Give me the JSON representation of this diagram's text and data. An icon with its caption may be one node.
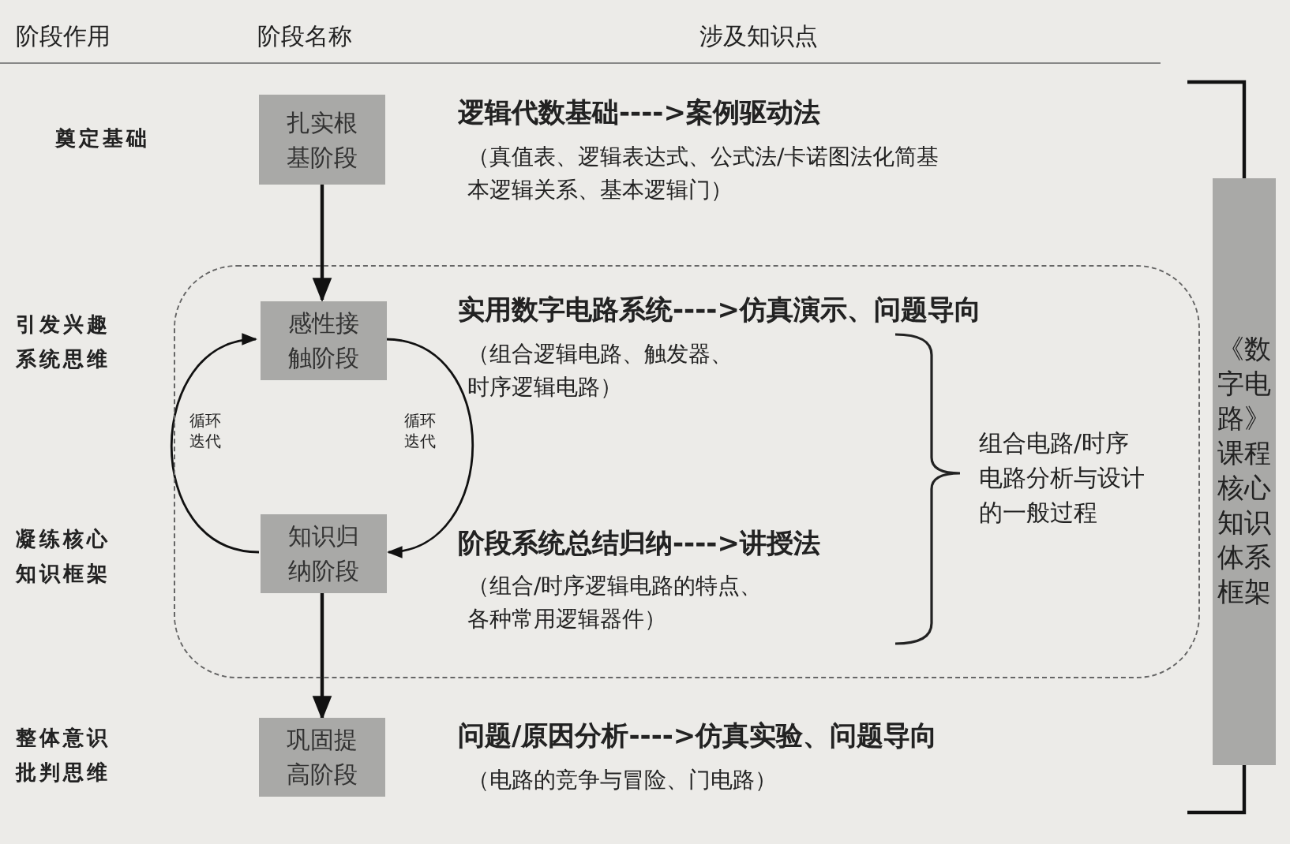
{
  "diagram": {
    "nodes": [
      {
        "text": [
          "扎实根基阶段"
        ]
      },
      {
        "text": [],
        "shape": "box"
      },
      {
        "text": [
          "感性接触阶段"
        ],
        "in": 1
      },
      {
        "text": [
          "知识归纳阶段"
        ],
        "in": 1
      },
      {
        "text": [
          "巩固提高阶段"
        ]
      },
      {
        "text": [
          "《数字电路》课程核心知识体系框架"
        ]
      }
    ],
    "edges": [
      {
        "from": 0,
        "to": 2,
        "arrow": "to"
      },
      {
        "from": 2,
        "to": 3,
        "arrow": "to",
        "label": "循环迭代"
      },
      {
        "from": 3,
        "to": 2,
        "arrow": "to",
        "label": "循环迭代"
      },
      {
        "from": 3,
        "to": 4,
        "arrow": "to"
      }
    ],
    "labels": [
      "阶段作用",
      "阶段名称",
      "涉及知识点",
      "奠定基础",
      "逻辑代数基础---->案例驱动法",
      "（真值表、逻辑表达式、公式法/卡诺图法化简基本逻辑关系、基本逻辑门）",
      "引发兴趣系统思维",
      "实用数字电路系统---->仿真演示、问题导向",
      "（组合逻辑电路、触发器、时序逻辑电路）",
      "组合电路/时序电路分析与设计的一般过程",
      "凝练核心知识框架",
      "阶段系统总结归纳---->讲授法",
      "（组合/时序逻辑电路的特点、各种常用逻辑器件）",
      "整体意识批判思维",
      "问题/原因分析---->仿真实验、问题导向",
      "（电路的竞争与冒险、门电路）"
    ]
  }
}
